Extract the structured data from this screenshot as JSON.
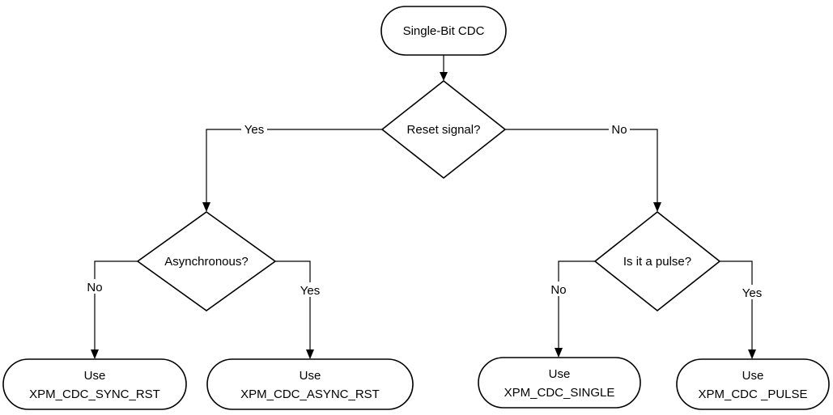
{
  "start": {
    "label": "Single-Bit CDC"
  },
  "decisions": {
    "reset": {
      "label": "Reset signal?"
    },
    "async": {
      "label": "Asynchronous?"
    },
    "pulse": {
      "label": "Is it a pulse?"
    }
  },
  "edges": {
    "reset_yes": "Yes",
    "reset_no": "No",
    "async_no": "No",
    "async_yes": "Yes",
    "pulse_no": "No",
    "pulse_yes": "Yes"
  },
  "outcomes": {
    "sync_rst": {
      "line1": "Use",
      "line2": "XPM_CDC_SYNC_RST"
    },
    "async_rst": {
      "line1": "Use",
      "line2": "XPM_CDC_ASYNC_RST"
    },
    "single": {
      "line1": "Use",
      "line2": "XPM_CDC_SINGLE"
    },
    "pulse": {
      "line1": "Use",
      "line2": "XPM_CDC _PULSE"
    }
  }
}
